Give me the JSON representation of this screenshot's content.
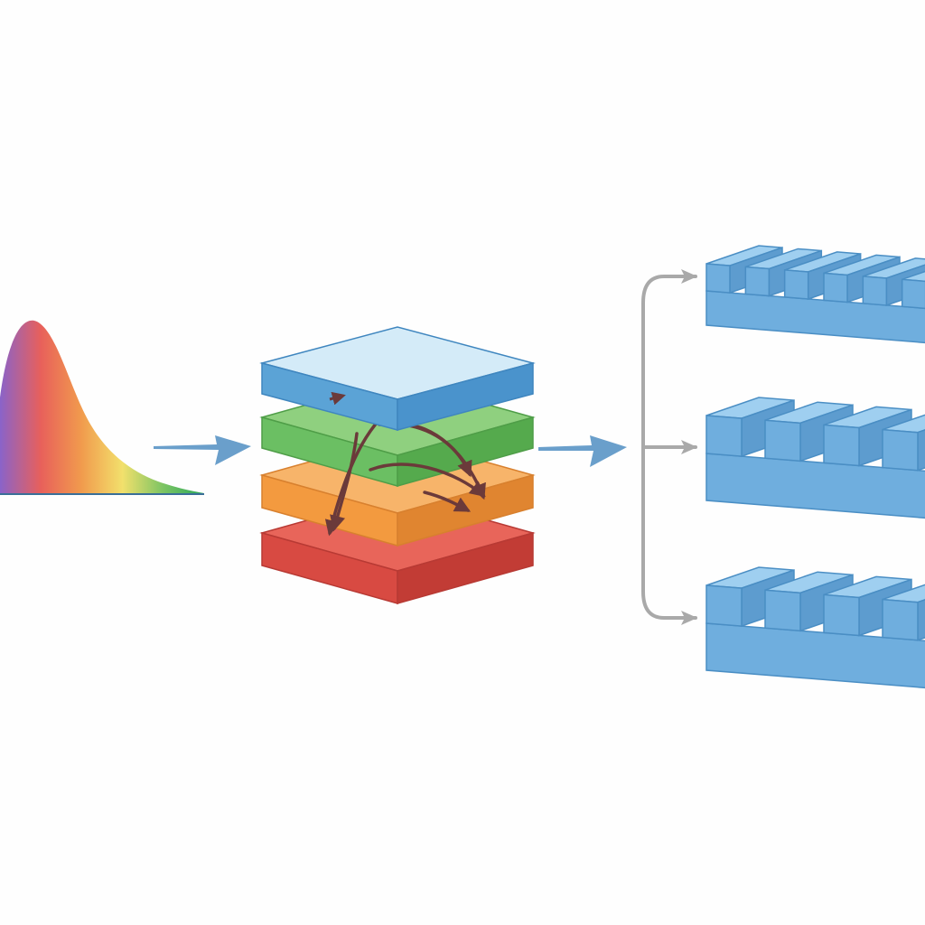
{
  "diagram": {
    "colors": {
      "background": "#fefefe",
      "flow_arrow": "#6a9fcb",
      "branch_connector": "#a9a9a9",
      "internal_arrows": "#6b3a3a",
      "layer_blue_top": "#d4ebf8",
      "layer_blue_front": "#5ba3d6",
      "layer_green_top": "#8fd07f",
      "layer_green_front": "#6bbf63",
      "layer_orange_top": "#f7b46a",
      "layer_orange_front": "#f39a3f",
      "layer_red_top": "#e8655a",
      "layer_red_front": "#d84a42",
      "comb_top": "#9fcff0",
      "comb_front": "#6faede",
      "comb_edge": "#4a8ec4"
    },
    "source": {
      "icon": "spectrum-curve-icon",
      "gradient_stops": [
        "#8a63c9",
        "#e8605b",
        "#f19b4d",
        "#f2e06c",
        "#7cc463",
        "#2aa85a"
      ]
    },
    "stack": {
      "icon": "layer-stack-icon",
      "layer_order_top_to_bottom": [
        "blue",
        "green",
        "orange",
        "red"
      ]
    },
    "outputs": [
      {
        "icon": "grating-comb-icon",
        "teeth": 6
      },
      {
        "icon": "grating-comb-icon",
        "teeth": 4
      },
      {
        "icon": "grating-comb-icon",
        "teeth": 4
      }
    ]
  }
}
